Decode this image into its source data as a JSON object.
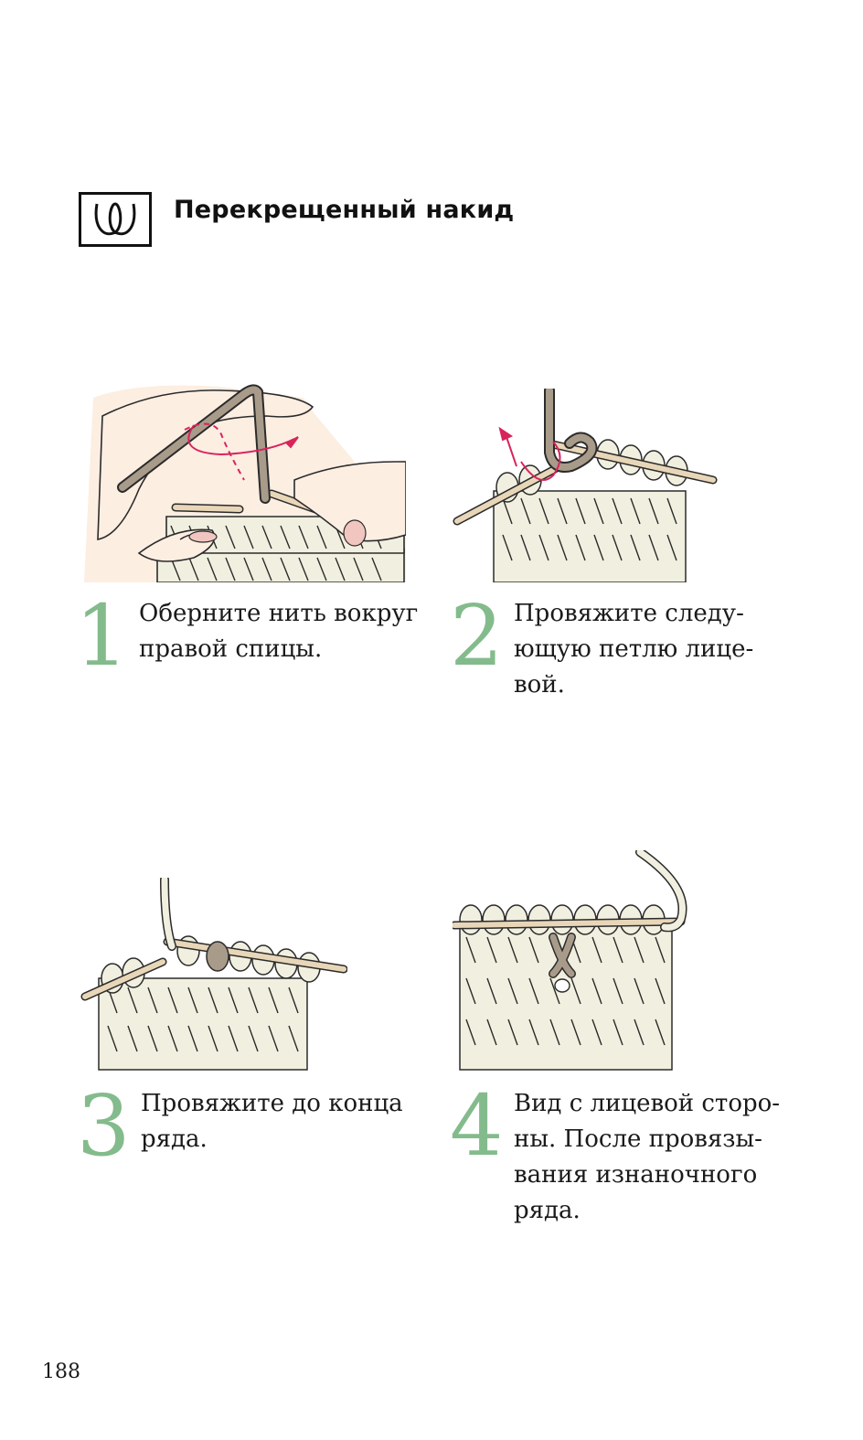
{
  "header": {
    "symbol": "crossed-yarn-over-symbol",
    "title": "Перекрещенный накид"
  },
  "steps": [
    {
      "number": "1",
      "lines": [
        "Оберните нить вокруг",
        "правой спицы."
      ]
    },
    {
      "number": "2",
      "lines": [
        "Провяжите следу-",
        "ющую петлю лице-",
        "вой."
      ]
    },
    {
      "number": "3",
      "lines": [
        "Провяжите до конца",
        "ряда."
      ]
    },
    {
      "number": "4",
      "lines": [
        "Вид с лицевой сторо-",
        "ны. После провязы-",
        "вания изнаночного",
        "ряда."
      ]
    }
  ],
  "page_number": "188",
  "colors": {
    "step_number": "#84bb8c",
    "yarn": "#f1efdf",
    "working_yarn": "#a99b8a",
    "arrow": "#d8245c",
    "needle": "#e8d6b8",
    "skin": "#fdeee2"
  }
}
